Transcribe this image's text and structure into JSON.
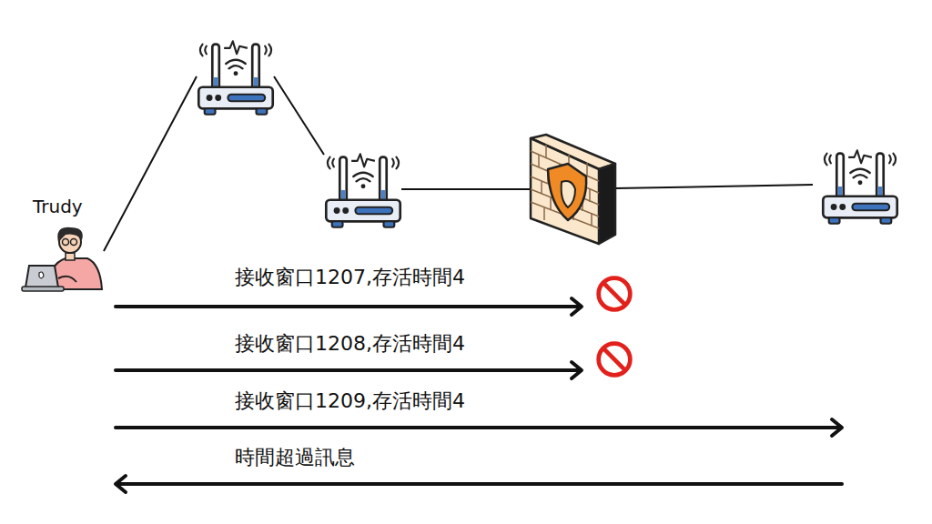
{
  "diagram": {
    "labels": [
      "Trudy",
      "接收窗口1207,存活時間4",
      "接收窗口1208,存活時間4",
      "接收窗口1209,存活時間4",
      "時間超過訊息"
    ]
  }
}
